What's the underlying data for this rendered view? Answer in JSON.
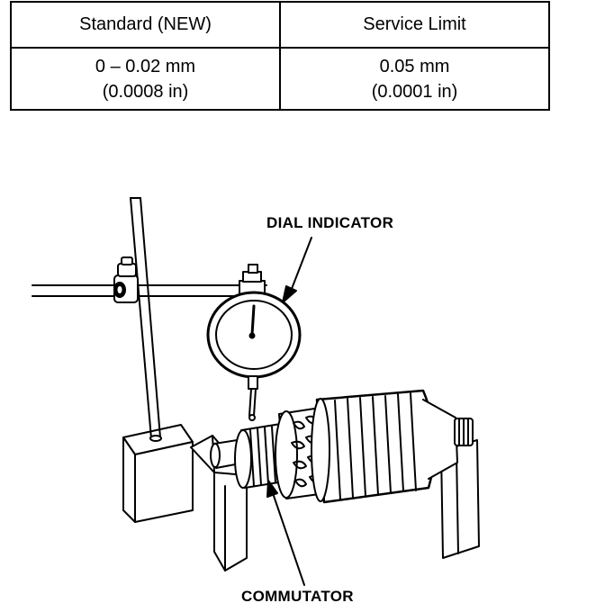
{
  "table": {
    "headers": [
      "Standard (NEW)",
      "Service Limit"
    ],
    "rows": [
      {
        "standard": [
          "0 – 0.02 mm",
          "(0.0008 in)"
        ],
        "limit": [
          "0.05 mm",
          "(0.0001 in)"
        ]
      }
    ]
  },
  "callouts": {
    "dial_indicator": "DIAL INDICATOR",
    "commutator": "COMMUTATOR"
  }
}
